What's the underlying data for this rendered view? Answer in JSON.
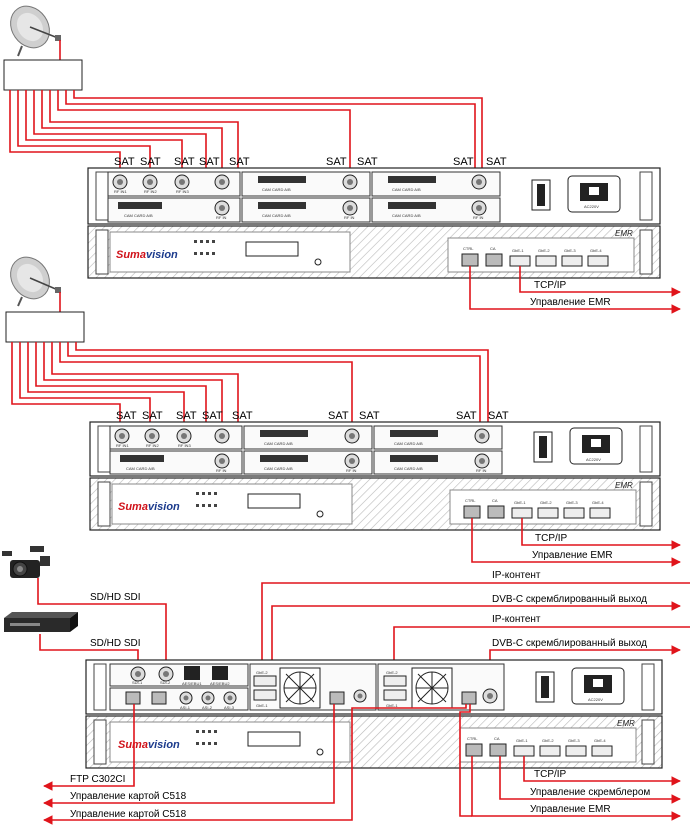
{
  "diagram": {
    "section1": {
      "sat_labels": [
        "SAT",
        "SAT",
        "SAT",
        "SAT",
        "SAT",
        "SAT",
        "SAT",
        "SAT",
        "SAT"
      ],
      "tcp_label": "TCP/IP",
      "mgmt_label": "Управление EMR",
      "brand": "Sumavision",
      "emr": "EMR",
      "ports": [
        "RF IN1",
        "RF IN2",
        "RF IN3",
        "RF IN",
        "RF IN",
        "RF IN"
      ],
      "cam": [
        "CAM CARD A/B",
        "CAM CARD A/B",
        "CAM CARD A/B",
        "CAM CARD A/B",
        "CAM CARD A/B"
      ],
      "eth_ports": [
        "CTRL",
        "CA",
        "GbE-1",
        "GbE-2",
        "GbE-3",
        "GbE-4"
      ],
      "power": "AC220V"
    },
    "section2": {
      "sat_labels": [
        "SAT",
        "SAT",
        "SAT",
        "SAT",
        "SAT",
        "SAT",
        "SAT",
        "SAT",
        "SAT"
      ],
      "tcp_label": "TCP/IP",
      "mgmt_label": "Управление EMR",
      "brand": "Sumavision",
      "emr": "EMR",
      "ports": [
        "RF IN1",
        "RF IN2",
        "RF IN3",
        "RF IN",
        "RF IN",
        "RF IN"
      ],
      "cam": [
        "CAM CARD A/B",
        "CAM CARD A/B",
        "CAM CARD A/B",
        "CAM CARD A/B",
        "CAM CARD A/B"
      ],
      "eth_ports": [
        "CTRL",
        "CA",
        "GbE-1",
        "GbE-2",
        "GbE-3",
        "GbE-4"
      ],
      "power": "AC220V"
    },
    "section3": {
      "sdi_1": "SD/HD SDI",
      "sdi_2": "SD/HD SDI",
      "ip_content_1": "IP-контент",
      "dvbc_1": "DVB-C скремблированный выход",
      "ip_content_2": "IP-контент",
      "dvbc_2": "DVB-C скремблированный выход",
      "tcp_label": "TCP/IP",
      "scrambler_mgmt": "Управление скремблером",
      "emr_mgmt": "Управление EMR",
      "ftp": "FTP C302CI",
      "card_mgmt_1": "Управление картой C518",
      "card_mgmt_2": "Управление картой C518",
      "brand": "Sumavision",
      "emr": "EMR",
      "sdi_ports": [
        "SDI-1",
        "SDI-2"
      ],
      "aes_ports": [
        "AES/EBU1",
        "AES/EBU2"
      ],
      "asi_ports": [
        "ASI-1",
        "ASI-2",
        "ASI-3"
      ],
      "gbe_ports": [
        "GbE-1",
        "GbE-2"
      ],
      "eth_ports": [
        "CTRL",
        "CA",
        "GbE-1",
        "GbE-2",
        "GbE-3",
        "GbE-4"
      ],
      "power": "AC220V"
    },
    "colors": {
      "cable": "#e0141b",
      "brand_red": "#d0121a",
      "brand_blue": "#1b3a8c"
    }
  }
}
